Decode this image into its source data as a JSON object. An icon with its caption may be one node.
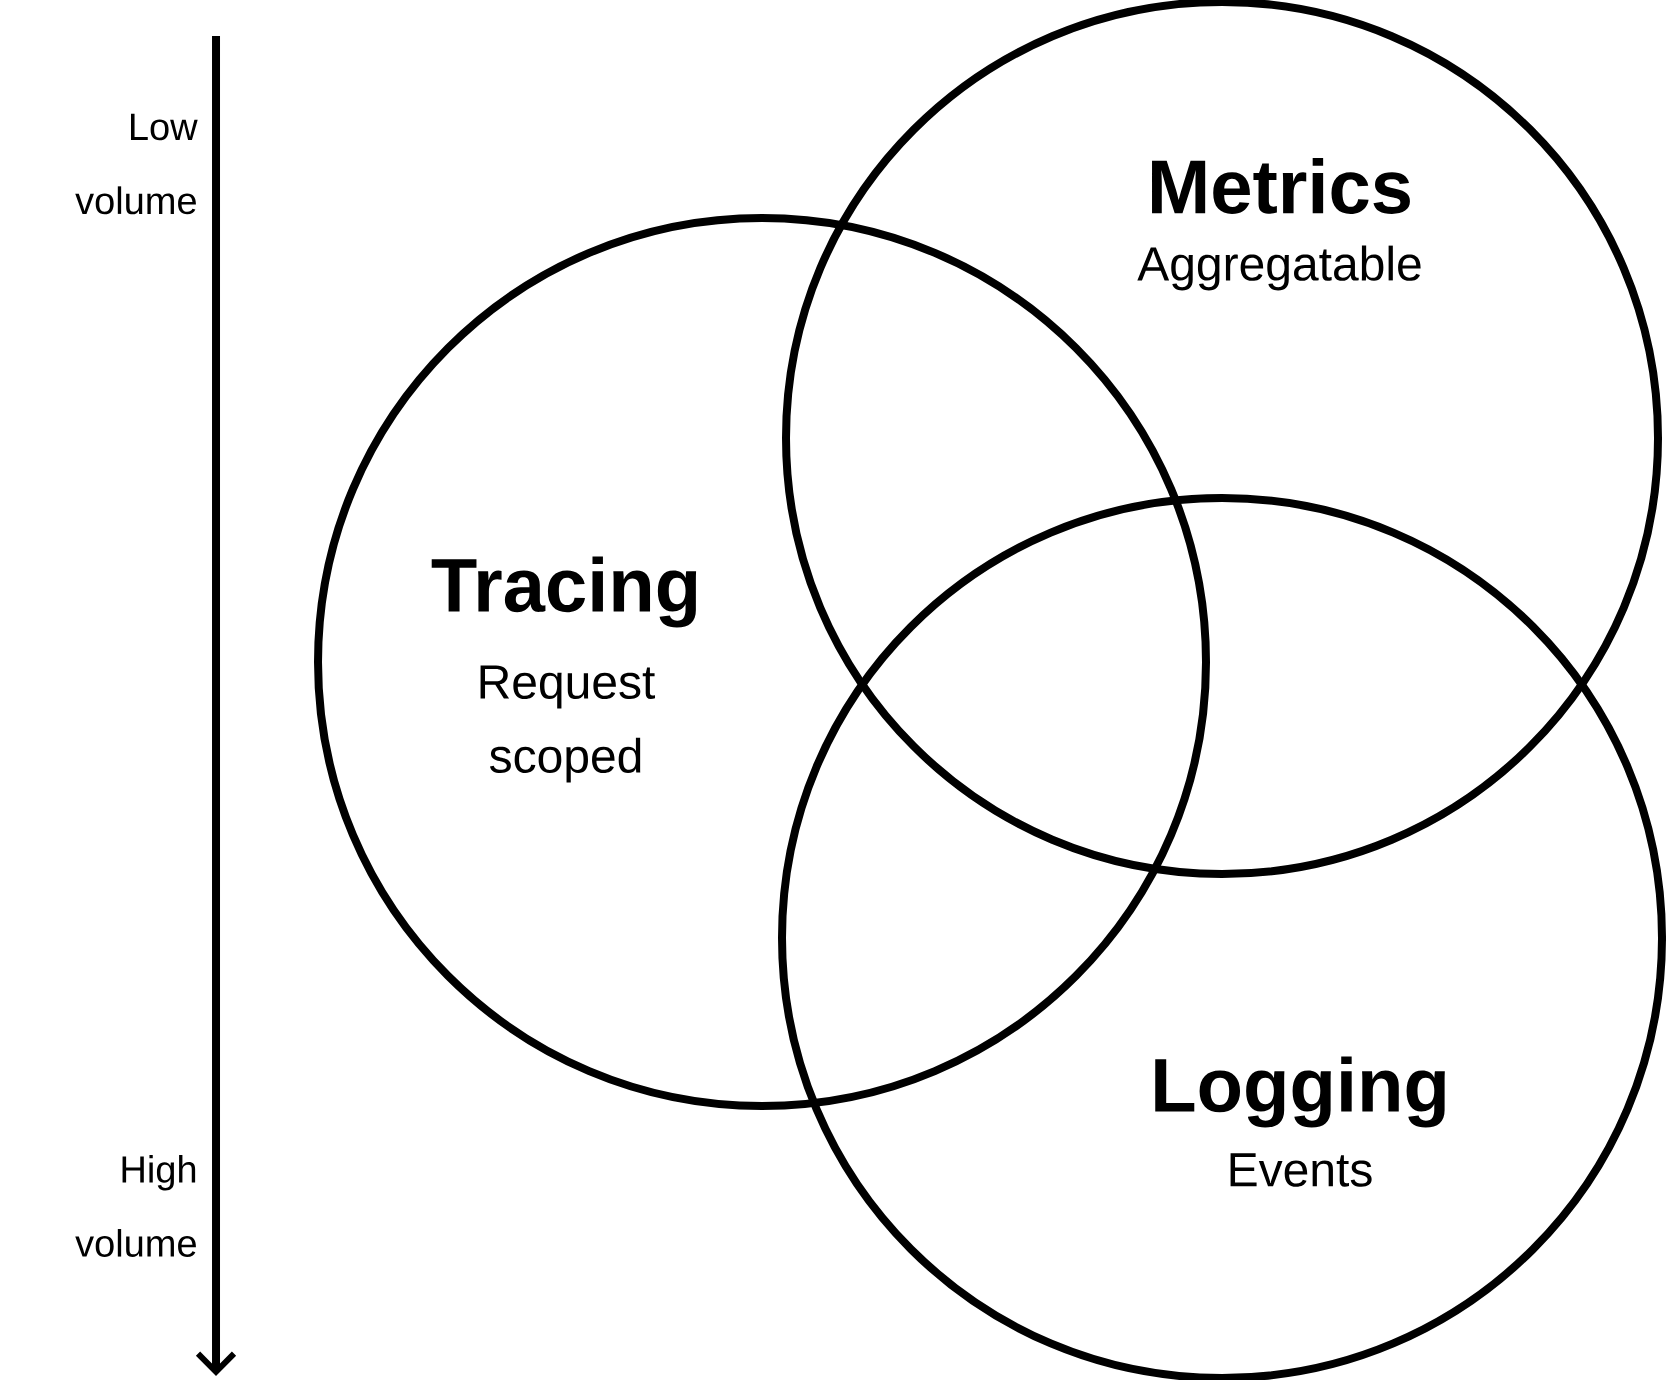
{
  "diagram": {
    "nodes": [
      {
        "text": [
          "Metrics",
          "Aggregatable"
        ]
      },
      {
        "text": [
          "Tracing",
          "Request scoped"
        ]
      },
      {
        "text": [
          "Logging",
          "Events"
        ]
      }
    ],
    "labels": [
      "Low volume",
      "High volume"
    ]
  }
}
